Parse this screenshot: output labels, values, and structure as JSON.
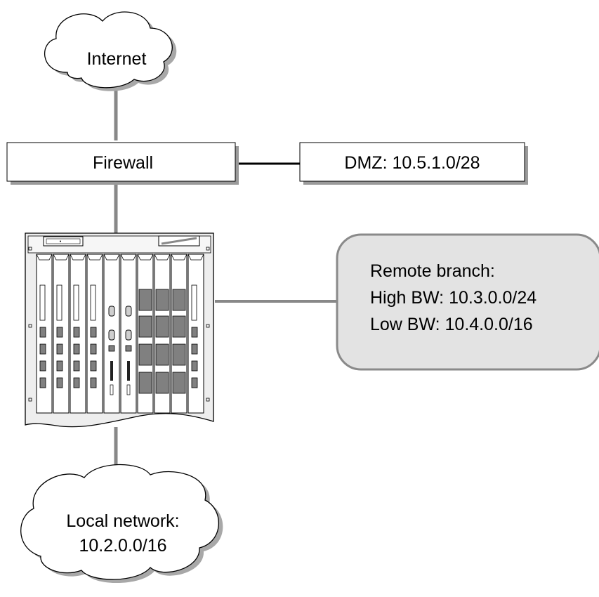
{
  "nodes": {
    "internet": {
      "label": "Internet"
    },
    "firewall": {
      "label": "Firewall"
    },
    "dmz": {
      "label": "DMZ: 10.5.1.0/28"
    },
    "remote_branch": {
      "lines": [
        "Remote branch:",
        "High BW: 10.3.0.0/24",
        "Low BW: 10.4.0.0/16"
      ]
    },
    "local_network": {
      "lines": [
        "Local network:",
        "10.2.0.0/16"
      ]
    },
    "router": {
      "icon": "chassis-router-icon"
    }
  },
  "colors": {
    "link_gray": "#888888",
    "link_black": "#000000",
    "box_fill": "#ffffff",
    "box_shadow": "#9a9a9a",
    "callout_fill": "#e3e3e3",
    "callout_stroke": "#8a8a8a",
    "cloud_shadow": "#a8a8a8",
    "chassis_fill": "#eeeeee",
    "module_fill": "#808080"
  }
}
